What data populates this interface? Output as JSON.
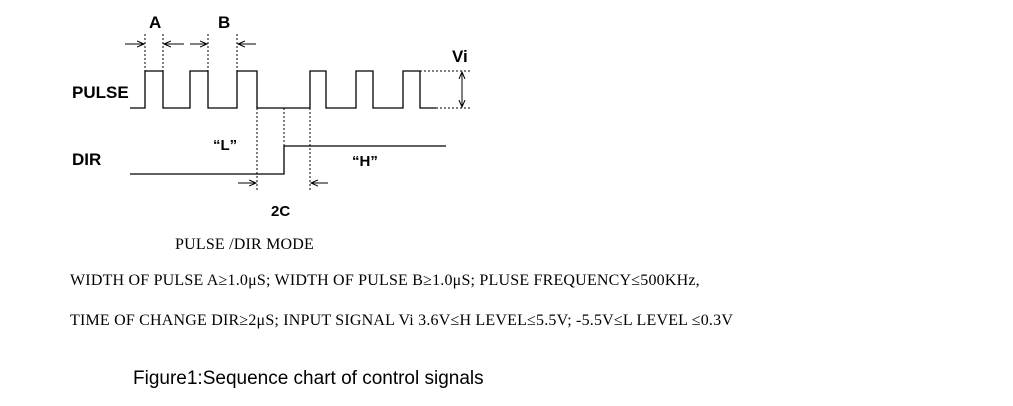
{
  "diagram": {
    "label_a": "A",
    "label_b": "B",
    "label_vi": "Vi",
    "label_pulse": "PULSE",
    "label_dir": "DIR",
    "label_low": "“L”",
    "label_high": "“H”",
    "label_2c": "2C"
  },
  "mode_title": "PULSE /DIR MODE",
  "spec_line_1": "WIDTH OF PULSE A≥1.0μS; WIDTH OF PULSE B≥1.0μS; PLUSE FREQUENCY≤500KHz,",
  "spec_line_2": "TIME OF CHANGE DIR≥2μS; INPUT SIGNAL Vi 3.6V≤H LEVEL≤5.5V;  -5.5V≤L LEVEL  ≤0.3V",
  "caption": "Figure1:Sequence chart of control signals"
}
